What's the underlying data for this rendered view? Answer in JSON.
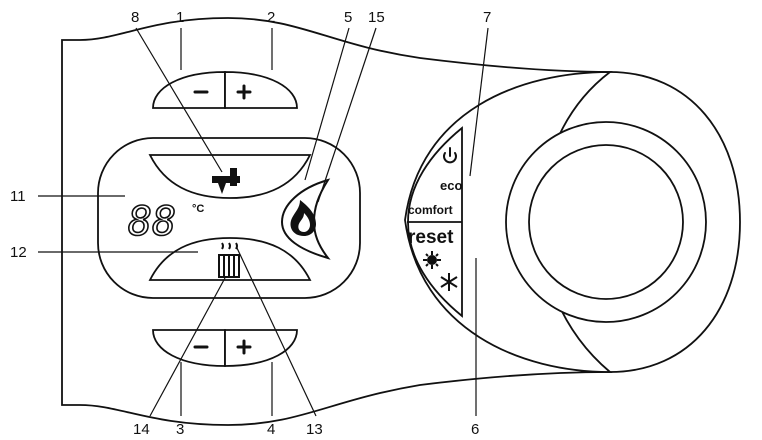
{
  "display": {
    "digits": "88",
    "unit": "°C"
  },
  "panel": {
    "eco_label": "eco",
    "comfort_label": "comfort",
    "reset_label": "reset"
  },
  "callouts": {
    "c1": "1",
    "c2": "2",
    "c3": "3",
    "c4": "4",
    "c5": "5",
    "c6": "6",
    "c7": "7",
    "c8": "8",
    "c11": "11",
    "c12": "12",
    "c13": "13",
    "c14": "14",
    "c15": "15"
  },
  "icons": {
    "minus": "minus-icon",
    "plus": "plus-icon",
    "tap": "tap-icon",
    "radiator": "radiator-icon",
    "flame": "flame-icon",
    "power": "power-icon",
    "sun": "sun-icon",
    "snowflake": "snowflake-icon"
  },
  "colors": {
    "line": "#111111",
    "face": "#ffffff"
  }
}
